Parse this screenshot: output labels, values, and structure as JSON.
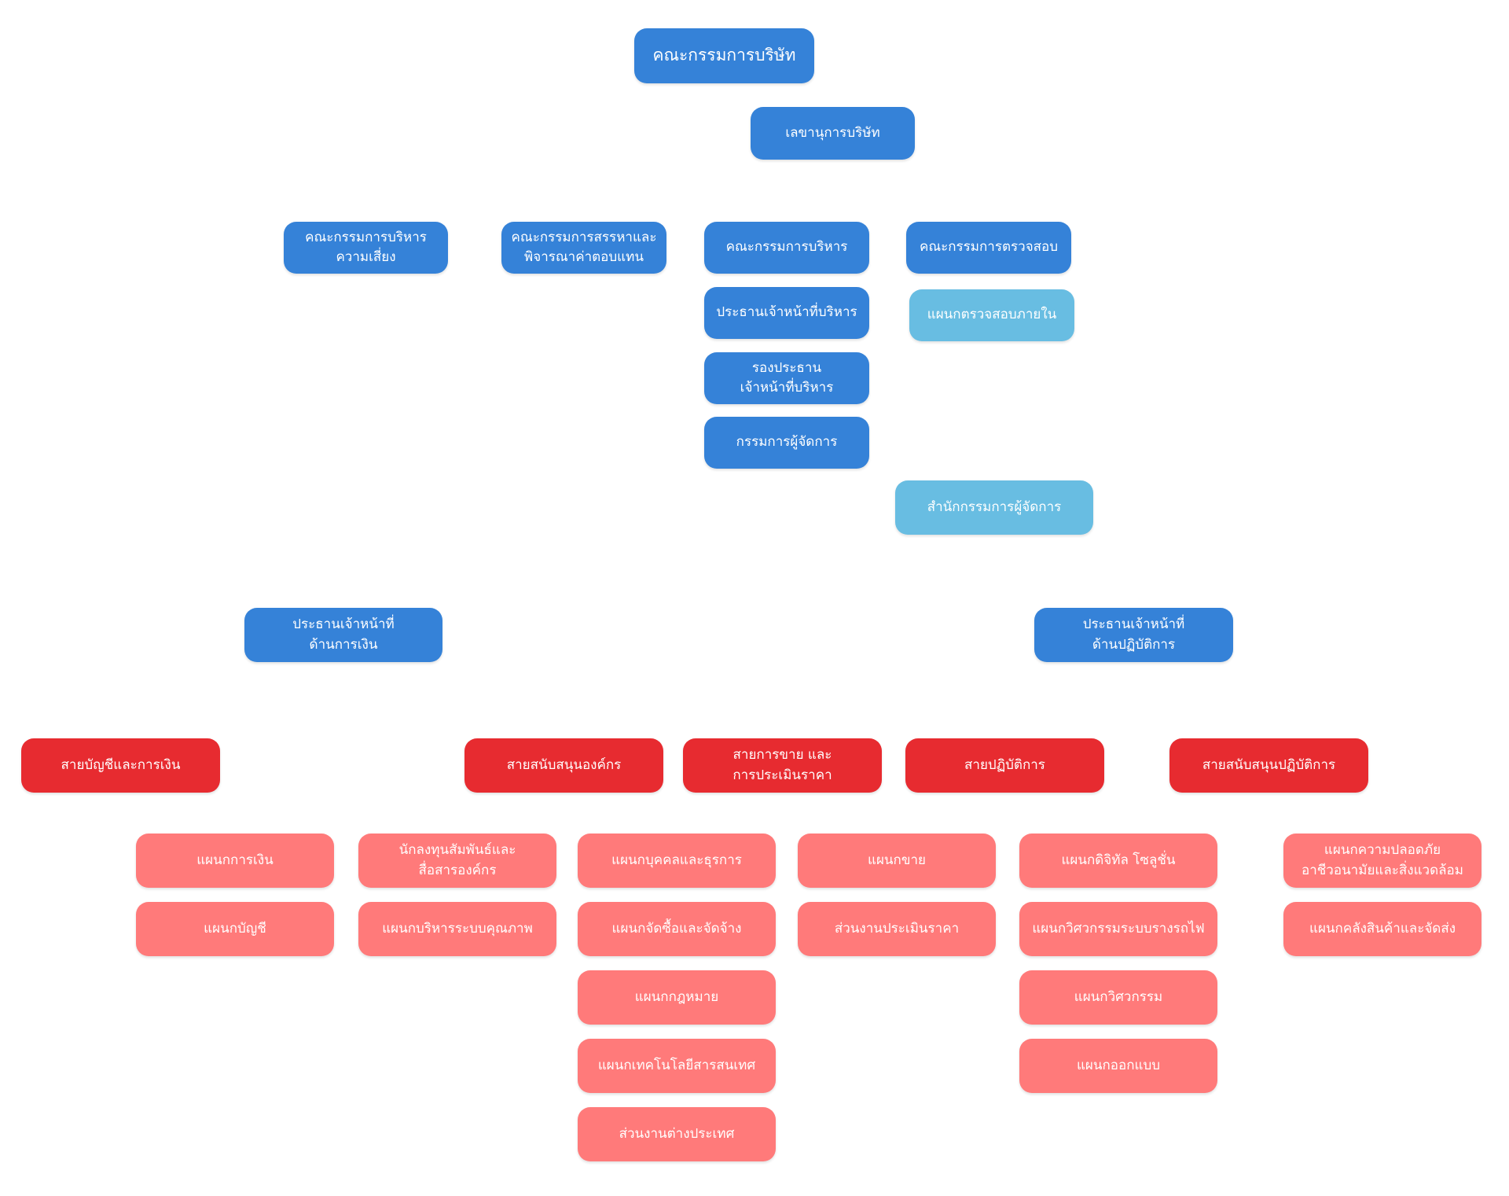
{
  "colors": {
    "board": "#3582d8",
    "unit": "#68bde2",
    "line": "#e72b30",
    "department": "#ff7a7a",
    "text": "#ffffff"
  },
  "nodes": {
    "board": "คณะกรรมการบริษัท",
    "secretary": "เลขานุการบริษัท",
    "risk_committee": "คณะกรรมการบริหาร\nความเสี่ยง",
    "nomination_committee": "คณะกรรมการสรรหาและ\nพิจารณาค่าตอบแทน",
    "executive_committee": "คณะกรรมการบริหาร",
    "audit_committee": "คณะกรรมการตรวจสอบ",
    "internal_audit": "แผนกตรวจสอบภายใน",
    "ceo": "ประธานเจ้าหน้าที่บริหาร",
    "deputy_ceo": "รองประธาน\nเจ้าหน้าที่บริหาร",
    "md": "กรรมการผู้จัดการ",
    "md_office": "สำนักกรรมการผู้จัดการ",
    "cfo": "ประธานเจ้าหน้าที่\nด้านการเงิน",
    "coo": "ประธานเจ้าหน้าที่\nด้านปฏิบัติการ",
    "accounting_finance": "สายบัญชีและการเงิน",
    "corporate_support": "สายสนับสนุนองค์กร",
    "sales_estimation": "สายการขาย และ\nการประเมินราคา",
    "operations": "สายปฏิบัติการ",
    "operations_support": "สายสนับสนุนปฏิบัติการ",
    "finance_dept": "แผนกการเงิน",
    "accounting_dept": "แผนกบัญชี",
    "ir_communication": "นักลงทุนสัมพันธ์และ\nสื่อสารองค์กร",
    "quality_management": "แผนกบริหารระบบคุณภาพ",
    "hr_admin": "แผนกบุคคลและธุรการ",
    "procurement": "แผนกจัดซื้อและจัดจ้าง",
    "legal": "แผนกกฎหมาย",
    "it": "แผนกเทคโนโลยีสารสนเทศ",
    "overseas": "ส่วนงานต่างประเทศ",
    "sales_dept": "แผนกขาย",
    "estimation_unit": "ส่วนงานประเมินราคา",
    "digital_solution": "แผนกดิจิทัล โซลูชั่น",
    "railway_engineering": "แผนกวิศวกรรมระบบรางรถไฟ",
    "engineering": "แผนกวิศวกรรม",
    "design": "แผนกออกแบบ",
    "safety": "แผนกความปลอดภัย\nอาชีวอนามัยและสิ่งแวดล้อม",
    "warehouse": "แผนกคลังสินค้าและจัดส่ง"
  }
}
